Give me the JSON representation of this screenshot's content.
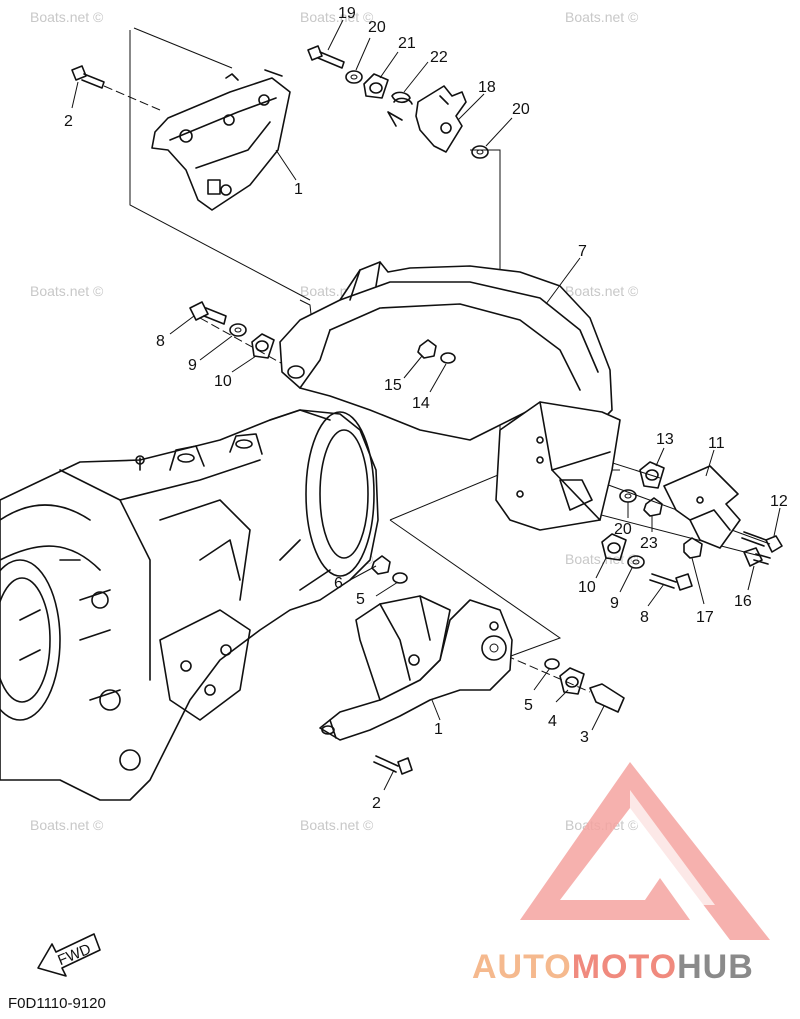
{
  "diagram": {
    "code": "F0D1110-9120",
    "fwd_label": "FWD",
    "watermark": "Boats.net ©",
    "callouts": [
      {
        "id": "c1a",
        "label": "19"
      },
      {
        "id": "c2a",
        "label": "20"
      },
      {
        "id": "c3a",
        "label": "21"
      },
      {
        "id": "c4a",
        "label": "22"
      },
      {
        "id": "c5a",
        "label": "18"
      },
      {
        "id": "c6a",
        "label": "20"
      },
      {
        "id": "c7a",
        "label": "2"
      },
      {
        "id": "c8a",
        "label": "1"
      },
      {
        "id": "c9a",
        "label": "7"
      },
      {
        "id": "c10a",
        "label": "8"
      },
      {
        "id": "c11a",
        "label": "9"
      },
      {
        "id": "c12a",
        "label": "10"
      },
      {
        "id": "c13a",
        "label": "15"
      },
      {
        "id": "c14a",
        "label": "14"
      },
      {
        "id": "c15a",
        "label": "13"
      },
      {
        "id": "c16a",
        "label": "11"
      },
      {
        "id": "c17a",
        "label": "12"
      },
      {
        "id": "c18a",
        "label": "20"
      },
      {
        "id": "c19a",
        "label": "23"
      },
      {
        "id": "c20a",
        "label": "10"
      },
      {
        "id": "c21a",
        "label": "9"
      },
      {
        "id": "c22a",
        "label": "8"
      },
      {
        "id": "c23a",
        "label": "17"
      },
      {
        "id": "c24a",
        "label": "16"
      },
      {
        "id": "c25a",
        "label": "6"
      },
      {
        "id": "c26a",
        "label": "5"
      },
      {
        "id": "c27a",
        "label": "1"
      },
      {
        "id": "c28a",
        "label": "5"
      },
      {
        "id": "c29a",
        "label": "4"
      },
      {
        "id": "c30a",
        "label": "3"
      },
      {
        "id": "c31a",
        "label": "2"
      }
    ]
  },
  "logo": {
    "part1": "AUTO",
    "part2": "MOTO",
    "part3": "HUB",
    "colors": {
      "auto": "#f5b98e",
      "moto": "#f08a7e",
      "hub": "#8a8a8a",
      "triangle": "#f2a0a0"
    }
  }
}
